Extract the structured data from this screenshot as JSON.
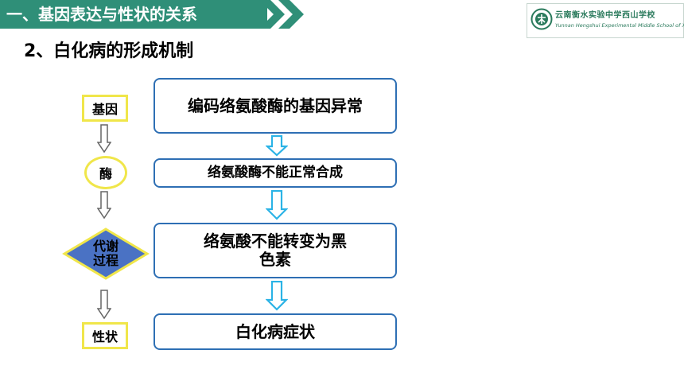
{
  "header": {
    "title": "一、基因表达与性状的关系"
  },
  "logo": {
    "name_cn": "云南衡水实验中学西山学校",
    "name_en": "Yunnan Hengshui Experimental Middle School of Xishan"
  },
  "section": {
    "title": "2、白化病的形成机制"
  },
  "flow": {
    "steps": [
      {
        "text": "编码络氨酸酶的基因异常"
      },
      {
        "text": "络氨酸酶不能正常合成"
      },
      {
        "text": "络氨酸不能转变为黑色素"
      },
      {
        "text": "白化病症状"
      }
    ]
  },
  "side_chain": {
    "gene": "基因",
    "enzyme": "酶",
    "process": "代谢过程",
    "trait": "性状"
  },
  "colors": {
    "header_green": "#2f8f78",
    "box_border": "#2e6fb4",
    "arrow_cyan": "#2bb3e6",
    "label_yellow": "#f0e64a",
    "diamond_blue": "#4a72c4"
  }
}
